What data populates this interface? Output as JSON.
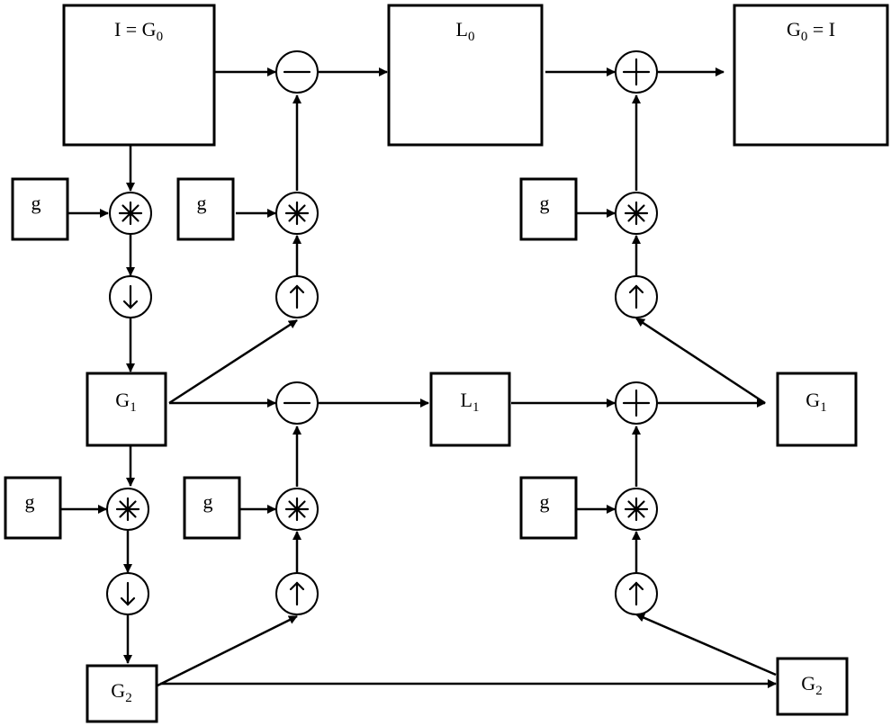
{
  "boxes": {
    "input_g0": {
      "main": "I = G",
      "sub": "0",
      "post": ""
    },
    "laplacian_l0": {
      "main": "L",
      "sub": "0",
      "post": ""
    },
    "output_g0": {
      "main": "G",
      "sub": "0",
      "post": " = I"
    },
    "gaussian_g1_left": {
      "main": "G",
      "sub": "1",
      "post": ""
    },
    "laplacian_l1": {
      "main": "L",
      "sub": "1",
      "post": ""
    },
    "gaussian_g1_right": {
      "main": "G",
      "sub": "1",
      "post": ""
    },
    "gaussian_g2_left": {
      "main": "G",
      "sub": "2",
      "post": ""
    },
    "gaussian_g2_right": {
      "main": "G",
      "sub": "2",
      "post": ""
    }
  },
  "kernel_label": "g",
  "operators": {
    "convolve": "convolve-icon",
    "downsample": "downsample-icon",
    "upsample": "upsample-icon",
    "subtract": "subtract-icon",
    "add": "add-icon"
  }
}
